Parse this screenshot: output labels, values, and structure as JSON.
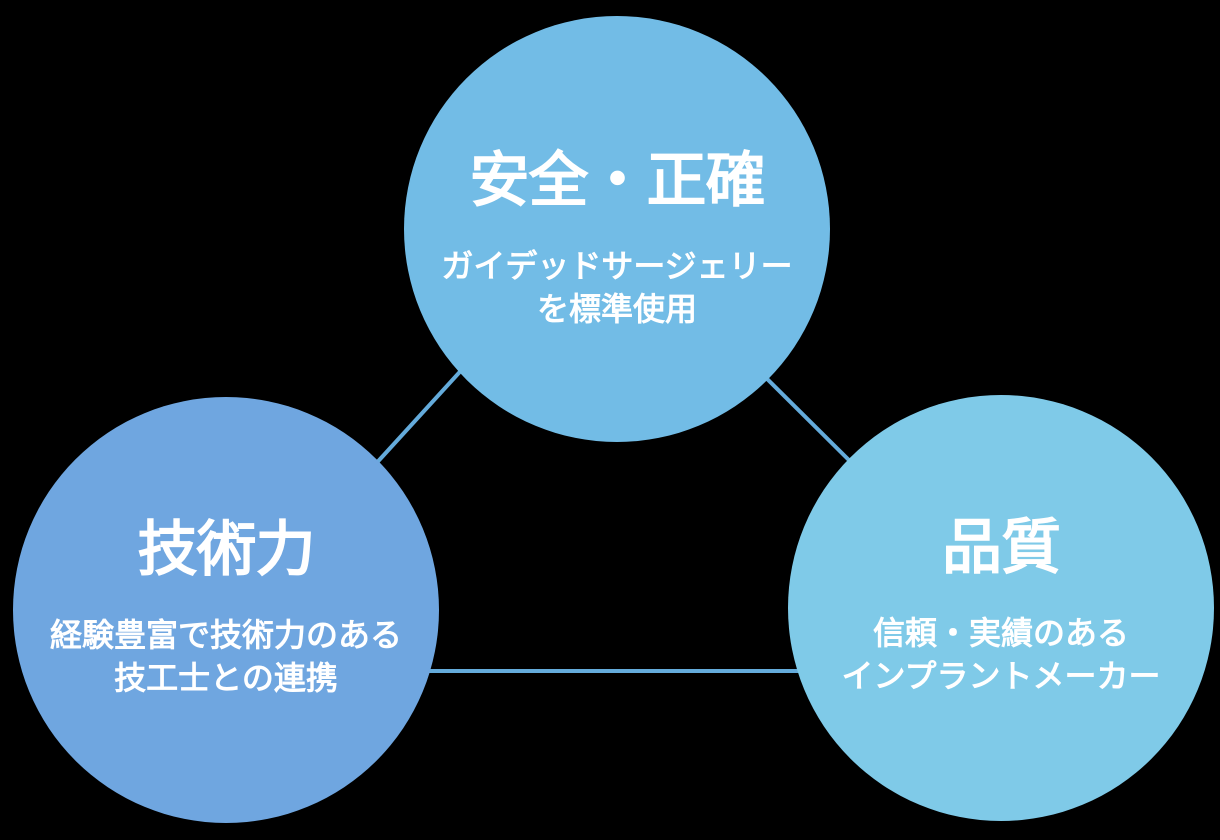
{
  "canvas": {
    "background": "#000000"
  },
  "connectors": {
    "color": "#64abdb",
    "stroke_width": 4
  },
  "circles": [
    {
      "name": "safety-accuracy",
      "title": "安全・正確",
      "lines": [
        "ガイデッドサージェリー",
        "を標準使用"
      ],
      "color": "#72bce6"
    },
    {
      "name": "technical-skill",
      "title": "技術力",
      "lines": [
        "経験豊富で技術力のある",
        "技工士との連携"
      ],
      "color": "#6fa6e0"
    },
    {
      "name": "quality",
      "title": "品質",
      "lines": [
        "信頼・実績のある",
        "インプラントメーカー"
      ],
      "color": "#7fcae8"
    }
  ]
}
